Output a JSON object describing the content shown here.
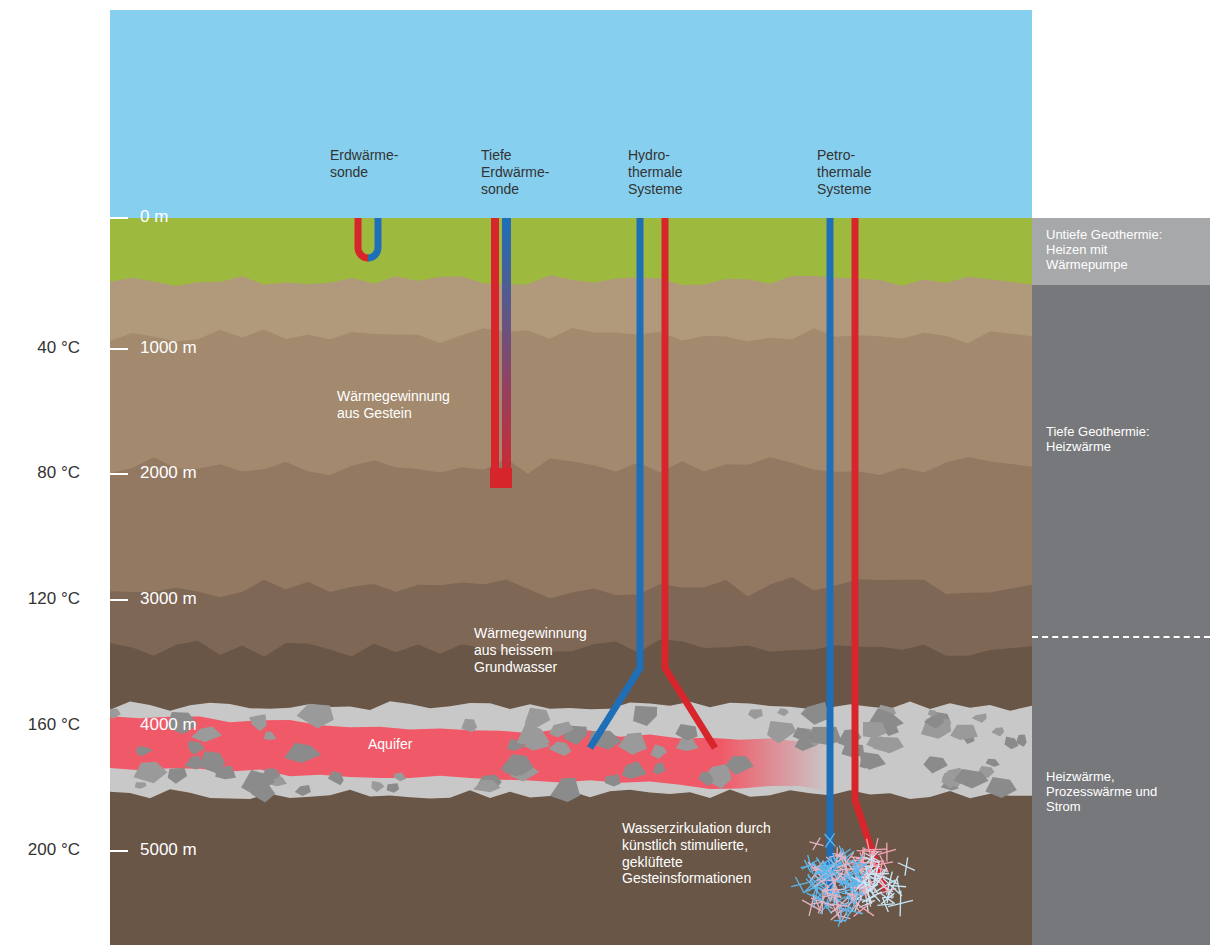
{
  "diagram": {
    "nodes": [
      {
        "text": [
          "Untiefe Geothermie: Heizen mit Wärmepumpe"
        ]
      },
      {
        "text": [
          "Tiefe Geothermie: Heizwärme"
        ]
      },
      {
        "text": [
          "Heizwärme, Prozesswärme und Strom"
        ]
      },
      {
        "text": [
          "Aquifer"
        ]
      }
    ],
    "labels": [
      "Erdwärme- sonde",
      "Tiefe Erdwärme- sonde",
      "Hydro- thermale Systeme",
      "Petro- thermale Systeme",
      "0 m",
      "40 °C",
      "1000 m",
      "Wärmegewinnung aus Gestein",
      "80 °C",
      "2000 m",
      "120 °C",
      "3000 m",
      "Wärmegewinnung aus heissem Grundwasser",
      "160 °C",
      "4000 m",
      "200 °C",
      "5000 m",
      "Wasserzirkulation durch künstlich stimulierte, geklüftete Gesteinsformationen"
    ]
  }
}
